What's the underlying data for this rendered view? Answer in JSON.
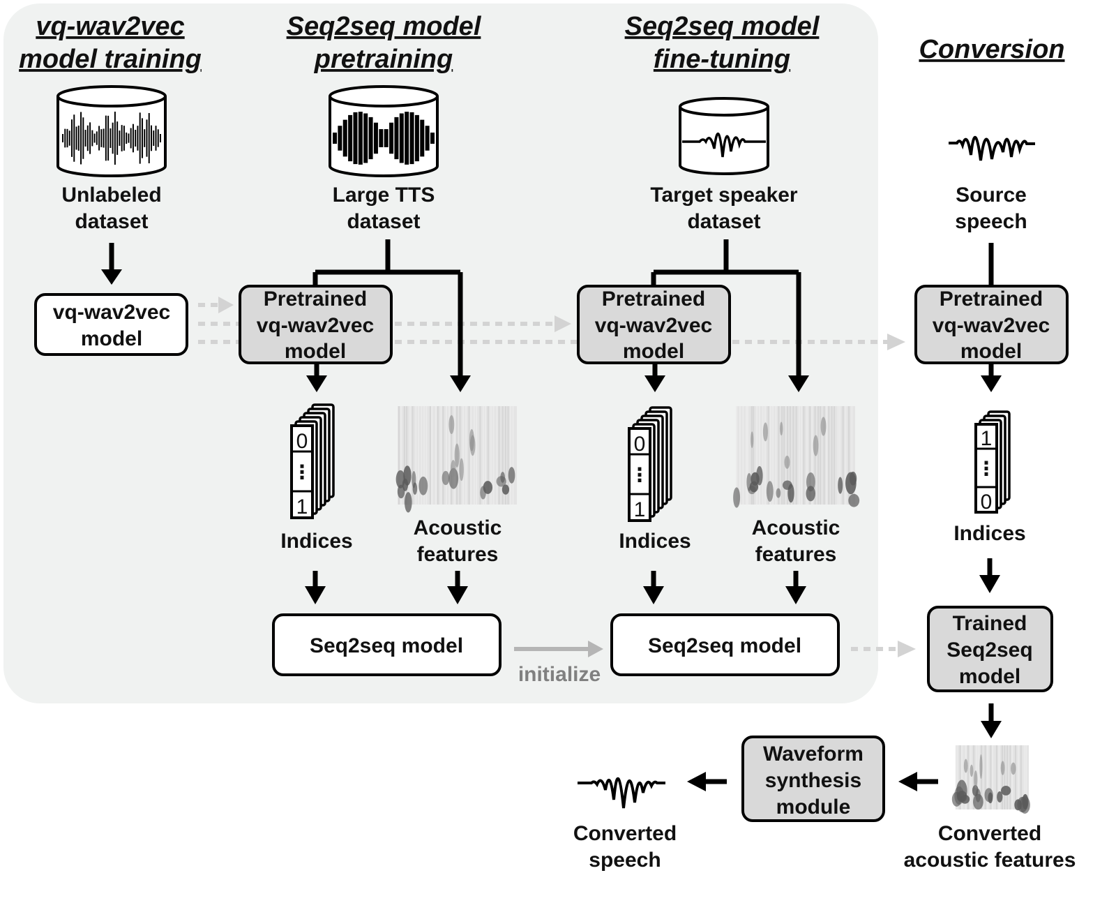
{
  "headers": {
    "vq_training": [
      "vq-wav2vec",
      "model training"
    ],
    "pretraining": [
      "Seq2seq model",
      "pretraining"
    ],
    "finetuning": [
      "Seq2seq model",
      "fine-tuning"
    ],
    "conversion": [
      "Conversion"
    ]
  },
  "datasets": {
    "unlabeled": [
      "Unlabeled",
      "dataset"
    ],
    "large_tts": [
      "Large TTS",
      "dataset"
    ],
    "target_speaker": [
      "Target speaker",
      "dataset"
    ],
    "source_speech": [
      "Source",
      "speech"
    ]
  },
  "models": {
    "vq_model": [
      "vq-wav2vec",
      "model"
    ],
    "pretrained_vq": [
      "Pretrained",
      "vq-wav2vec",
      "model"
    ],
    "seq2seq": "Seq2seq model",
    "trained_seq2seq": [
      "Trained",
      "Seq2seq",
      "model"
    ],
    "waveform_synthesis": [
      "Waveform",
      "synthesis",
      "module"
    ]
  },
  "labels": {
    "indices": "Indices",
    "acoustic_features": [
      "Acoustic",
      "features"
    ],
    "initialize": "initialize",
    "converted_speech": [
      "Converted",
      "speech"
    ],
    "converted_acoustic": [
      "Converted",
      "acoustic features"
    ]
  },
  "index_glyphs": {
    "first_top": "0",
    "first_bottom": "1",
    "conv_top": "1",
    "conv_bottom": "0",
    "ellipsis": "⋮"
  },
  "colors": {
    "panel_bg": "#f0f2f1",
    "model_gray": "#d9d9d9",
    "dotted_arrow": "#d3d3d3",
    "initialize_arrow": "#b5b5b5",
    "initialize_text": "#808080"
  },
  "icons": {
    "database": "database-waveform-icon",
    "waveform": "waveform-icon",
    "spectrogram": "spectrogram-icon",
    "index_stack": "index-stack-icon"
  }
}
